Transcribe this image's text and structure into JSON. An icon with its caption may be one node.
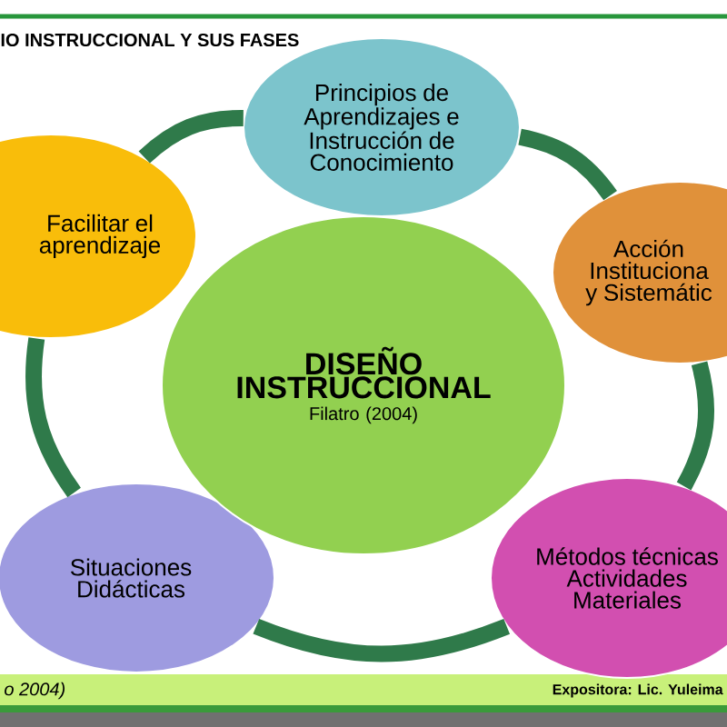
{
  "diagram": {
    "title": "IO INSTRUCCIONAL Y SUS FASES",
    "nodes": [
      {
        "text": [
          "Principios de Aprendizajes e Instrucción de Conocimiento"
        ]
      },
      {
        "text": [
          "Acción Instituciona y Sistemátic"
        ]
      },
      {
        "text": [
          "Métodos técnicas Actividades Materiales"
        ]
      },
      {
        "text": [
          "Situaciones Didácticas"
        ]
      },
      {
        "text": [
          "Facilitar el aprendizaje"
        ]
      },
      {
        "text": [
          "DISEÑO INSTRUCCIONAL",
          "Filatro (2004)"
        ]
      }
    ],
    "edges": [
      {
        "from": 0,
        "to": 1,
        "arrow": "none"
      },
      {
        "from": 1,
        "to": 2,
        "arrow": "none"
      },
      {
        "from": 2,
        "to": 3,
        "arrow": "none"
      },
      {
        "from": 3,
        "to": 4,
        "arrow": "none"
      },
      {
        "from": 4,
        "to": 0,
        "arrow": "none"
      }
    ],
    "labels": [
      "o 2004)",
      "Expositora: Lic. Yuleima"
    ]
  }
}
